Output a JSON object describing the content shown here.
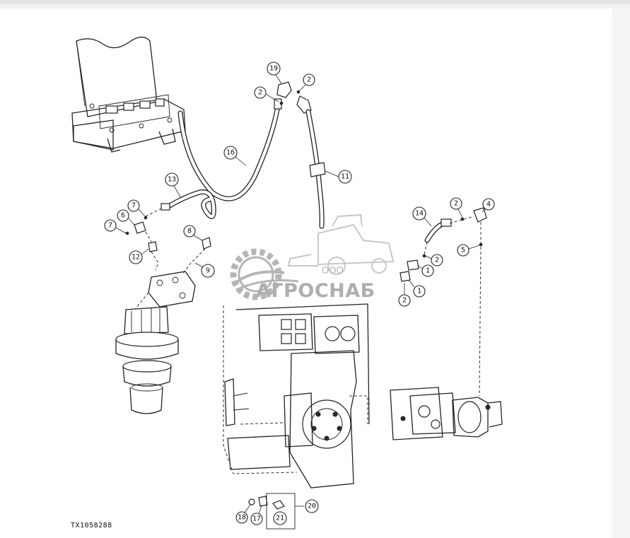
{
  "document": {
    "figure_id": "TX1058288",
    "watermark_company_form": "ООО",
    "watermark_brand": "АГРОСНАБ"
  },
  "callouts": {
    "c1": "1",
    "c1b": "1",
    "c2a": "2",
    "c2b": "2",
    "c2c": "2",
    "c2d": "2",
    "c2e": "2",
    "c4": "4",
    "c5": "5",
    "c6": "6",
    "c7a": "7",
    "c7b": "7",
    "c8": "8",
    "c9": "9",
    "c11": "11",
    "c12": "12",
    "c13": "13",
    "c14": "14",
    "c16": "16",
    "c17": "17",
    "c18": "18",
    "c19": "19",
    "c20": "20",
    "c21": "21"
  },
  "colors": {
    "line": "#222222",
    "paper": "#ffffff",
    "watermark": "#6d6d6d"
  }
}
